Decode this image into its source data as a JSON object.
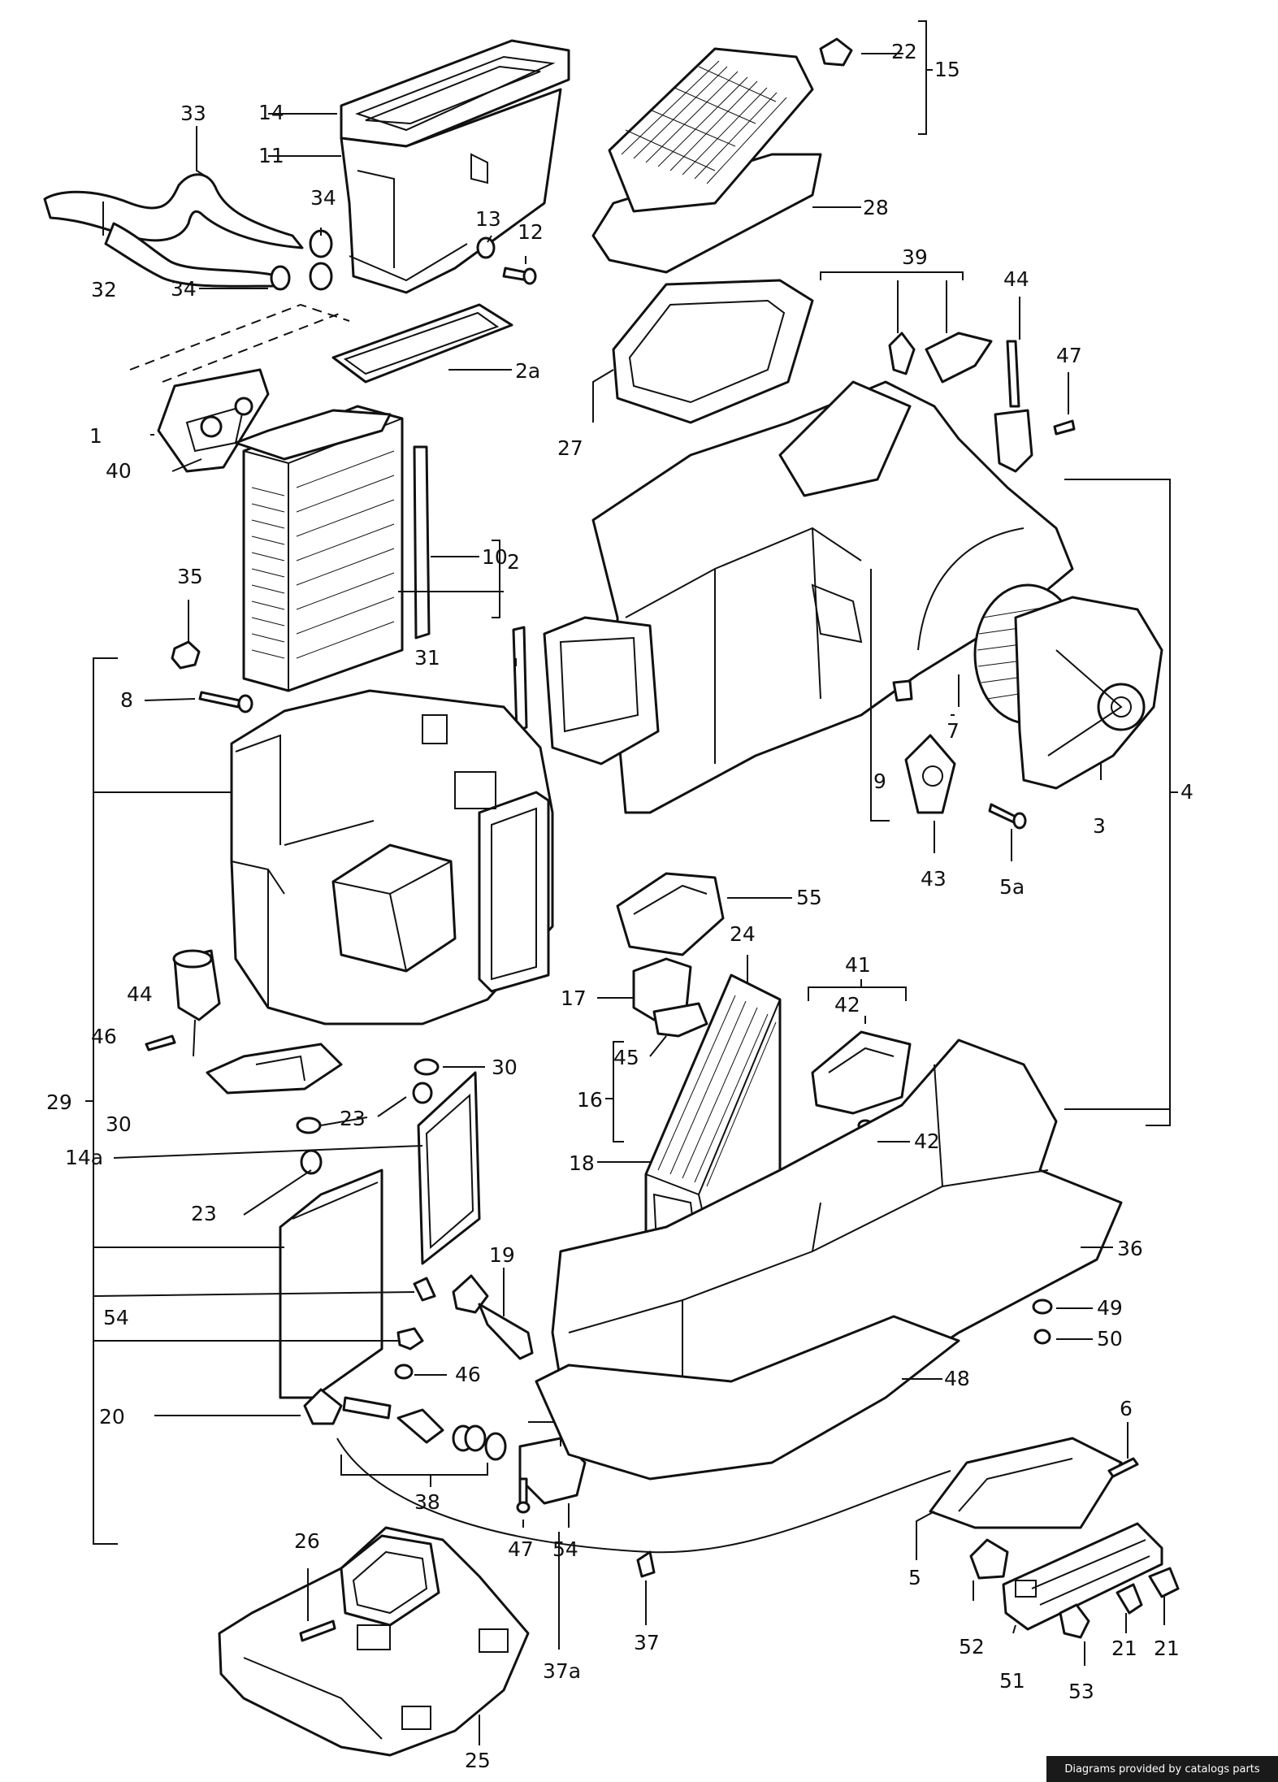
{
  "callouts": [
    "22",
    "15",
    "14",
    "33",
    "11",
    "28",
    "34",
    "13",
    "12",
    "32",
    "34",
    "39",
    "44",
    "2a",
    "47",
    "27",
    "1",
    "40",
    "10",
    "2",
    "35",
    "31",
    "4",
    "8",
    "7",
    "9",
    "3",
    "43",
    "5a",
    "55",
    "24",
    "41",
    "44",
    "17",
    "42",
    "46",
    "45",
    "16",
    "30",
    "29",
    "30",
    "23",
    "14a",
    "42",
    "18",
    "23",
    "36",
    "19",
    "49",
    "54",
    "50",
    "46",
    "48",
    "20",
    "6",
    "38",
    "26",
    "47",
    "54",
    "5",
    "52",
    "37",
    "21",
    "51",
    "21",
    "25",
    "53",
    "37a"
  ],
  "credit": "Diagrams provided by catalogs parts"
}
